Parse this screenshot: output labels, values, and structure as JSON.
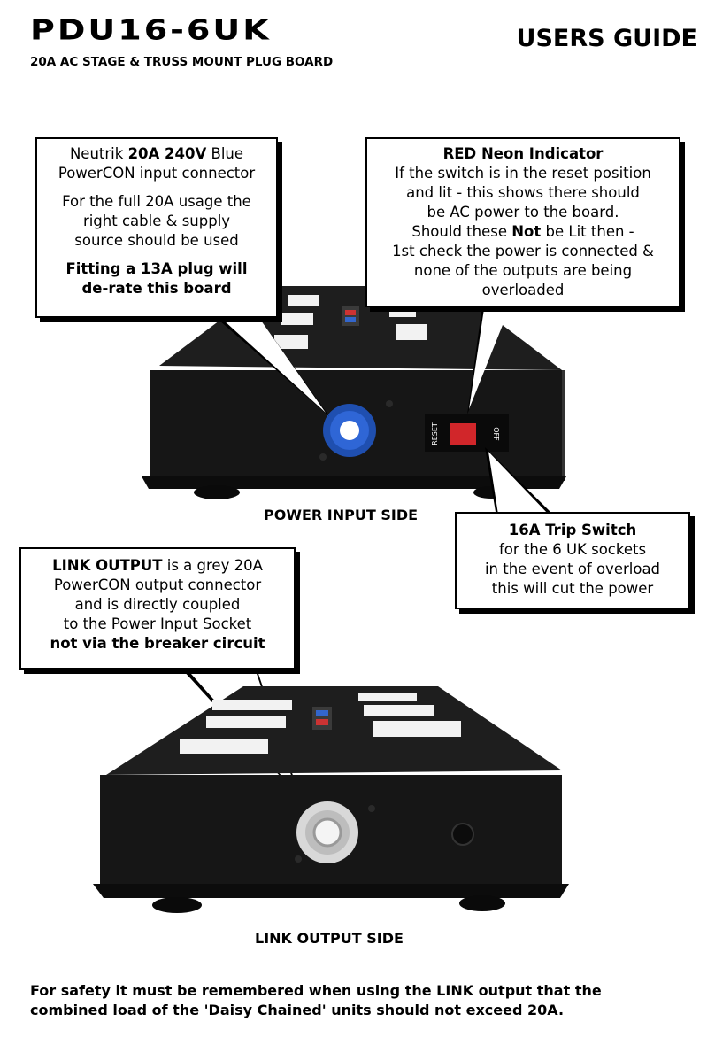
{
  "header": {
    "model": "PDU16-6UK",
    "guide": "USERS GUIDE",
    "subtitle": "20A AC STAGE & TRUSS MOUNT PLUG BOARD"
  },
  "callout_input": {
    "l1a": "Neutrik ",
    "l1b": "20A 240V",
    "l1c": " Blue",
    "l2": "PowerCON input connector",
    "l3": "For the full 20A usage the",
    "l4": "right cable & supply",
    "l5": "source should be used",
    "l6": "Fitting a 13A plug will",
    "l7": "de-rate this board"
  },
  "callout_neon": {
    "title": "RED Neon Indicator",
    "l1": "If the switch is in the reset position",
    "l2": "and lit - this shows there should",
    "l3": "be AC power to the board.",
    "l4a": "Should these ",
    "l4b": "Not",
    "l4c": " be Lit then -",
    "l5": "1st check the power is connected &",
    "l6": "none of the outputs are being",
    "l7": "overloaded"
  },
  "callout_trip": {
    "title": "16A Trip Switch",
    "l1": "for the 6 UK sockets",
    "l2": "in the event of overload",
    "l3": "this will cut the power"
  },
  "callout_link": {
    "l1a": "LINK OUTPUT",
    "l1b": " is a grey 20A",
    "l2": "PowerCON output connector",
    "l3": "and is directly coupled",
    "l4": "to the Power Input Socket",
    "l5": "not via the breaker circuit"
  },
  "device_labels": {
    "reset": "RESET",
    "off": "OFF"
  },
  "captions": {
    "power_side": "POWER INPUT SIDE",
    "link_side": "LINK OUTPUT SIDE"
  },
  "footer": {
    "l1": "For safety it must be remembered when using the LINK output that the",
    "l2": "combined load of  the 'Daisy Chained' units should not exceed 20A."
  }
}
